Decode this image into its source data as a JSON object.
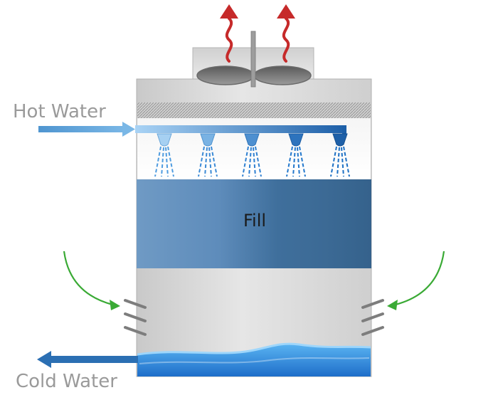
{
  "labels": {
    "hot_water": "Hot Water",
    "fill": "Fill",
    "cold_water": "Cold Water"
  },
  "colors": {
    "steam_arrow": "#c62a2a",
    "air_inlet_arrow": "#3aaa35",
    "hot_water_arrow": "#5a9fd4",
    "cold_water_arrow": "#2b6fb3",
    "fill_dark": "#3a6a94",
    "fill_light": "#6d98c2",
    "basin_water": "#2f8de0",
    "casing": "#d7d7d7",
    "label_gray": "#9a9a9a"
  },
  "components": [
    "fan",
    "drift-eliminator",
    "distribution-header",
    "spray-nozzles",
    "fill",
    "air-inlet-louvers",
    "cold-water-basin"
  ]
}
